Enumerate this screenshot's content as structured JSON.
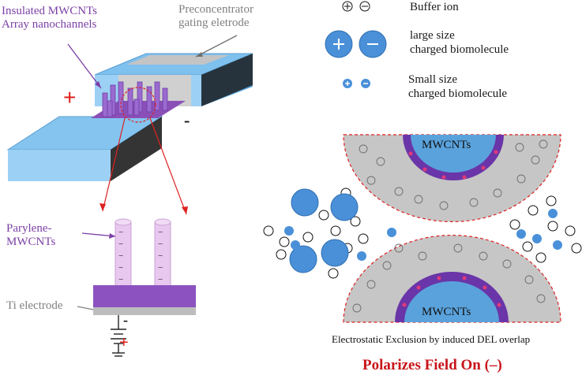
{
  "labels": {
    "insulated": [
      "Insulated MWCNTs",
      "Array nanochannels"
    ],
    "preconcentrator": [
      "Preconcentrator",
      "gating eletrode"
    ],
    "parylene": [
      "Parylene-",
      "MWCNTs"
    ],
    "ti_electrode": "Ti electrode",
    "mwcnts_top": "MWCNTs",
    "mwcnts_bottom": "MWCNTs",
    "caption": "Electrostatic Exclusion by induced DEL overlap",
    "title": "Polarizes Field On (–)"
  },
  "legend": [
    {
      "text": "Buffer ion"
    },
    {
      "text": [
        "large size",
        "charged biomolecule"
      ]
    },
    {
      "text": [
        "Small size",
        "charged biomolecule"
      ]
    }
  ],
  "signs": {
    "plus": "+",
    "minus": "−",
    "dash": "-"
  },
  "colors": {
    "purple": "#7b3fa6",
    "blue_top": "#6fb6e8",
    "gray_body": "#c8c8c8",
    "red": "#e0201b",
    "ion_blue": "#4a90d9"
  }
}
